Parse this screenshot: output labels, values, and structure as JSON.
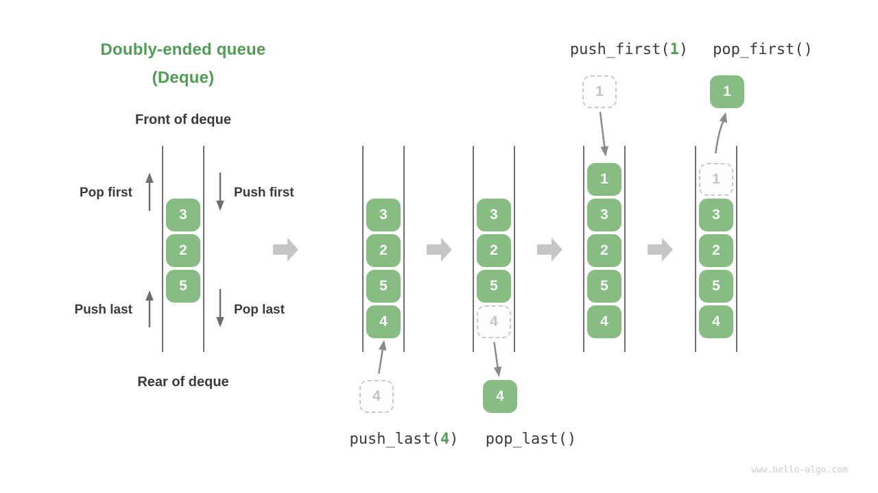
{
  "title": {
    "line1": "Doubly-ended queue",
    "line2": "(Deque)"
  },
  "left_diagram": {
    "front_label": "Front of deque",
    "rear_label": "Rear of deque",
    "pop_first_label": "Pop first",
    "push_first_label": "Push first",
    "push_last_label": "Push last",
    "pop_last_label": "Pop last",
    "cells": [
      "3",
      "2",
      "5"
    ]
  },
  "state_push_last": {
    "cells": [
      "3",
      "2",
      "5",
      "4"
    ],
    "incoming_value": "4",
    "op": {
      "prefix": "push_last(",
      "arg": "4",
      "suffix": ")"
    }
  },
  "state_pop_last": {
    "cells": [
      "3",
      "2",
      "5"
    ],
    "removed_value": "4",
    "popped_value": "4",
    "op": {
      "prefix": "pop_last()",
      "arg": "",
      "suffix": ""
    }
  },
  "state_push_first": {
    "cells": [
      "1",
      "3",
      "2",
      "5",
      "4"
    ],
    "incoming_value": "1",
    "op": {
      "prefix": "push_first(",
      "arg": "1",
      "suffix": ")"
    }
  },
  "state_pop_first": {
    "cells": [
      "3",
      "2",
      "5",
      "4"
    ],
    "removed_value": "1",
    "popped_value": "1",
    "op": {
      "prefix": "pop_first()",
      "arg": "",
      "suffix": ""
    }
  },
  "watermark": "www.hello-algo.com",
  "colors": {
    "title_green": "#4f9e53",
    "cell_green": "#87bc82",
    "cell_text": "#f8f8f8",
    "dashed_border": "#c9c9c9",
    "dashed_text": "#c4c4c4",
    "dark_text": "#3a3a3a",
    "small_arrow": "#6e6e6e",
    "big_arrow": "#c6c6c6",
    "channel_line": "#6f6f6f",
    "watermark_gray": "#cccccc"
  }
}
